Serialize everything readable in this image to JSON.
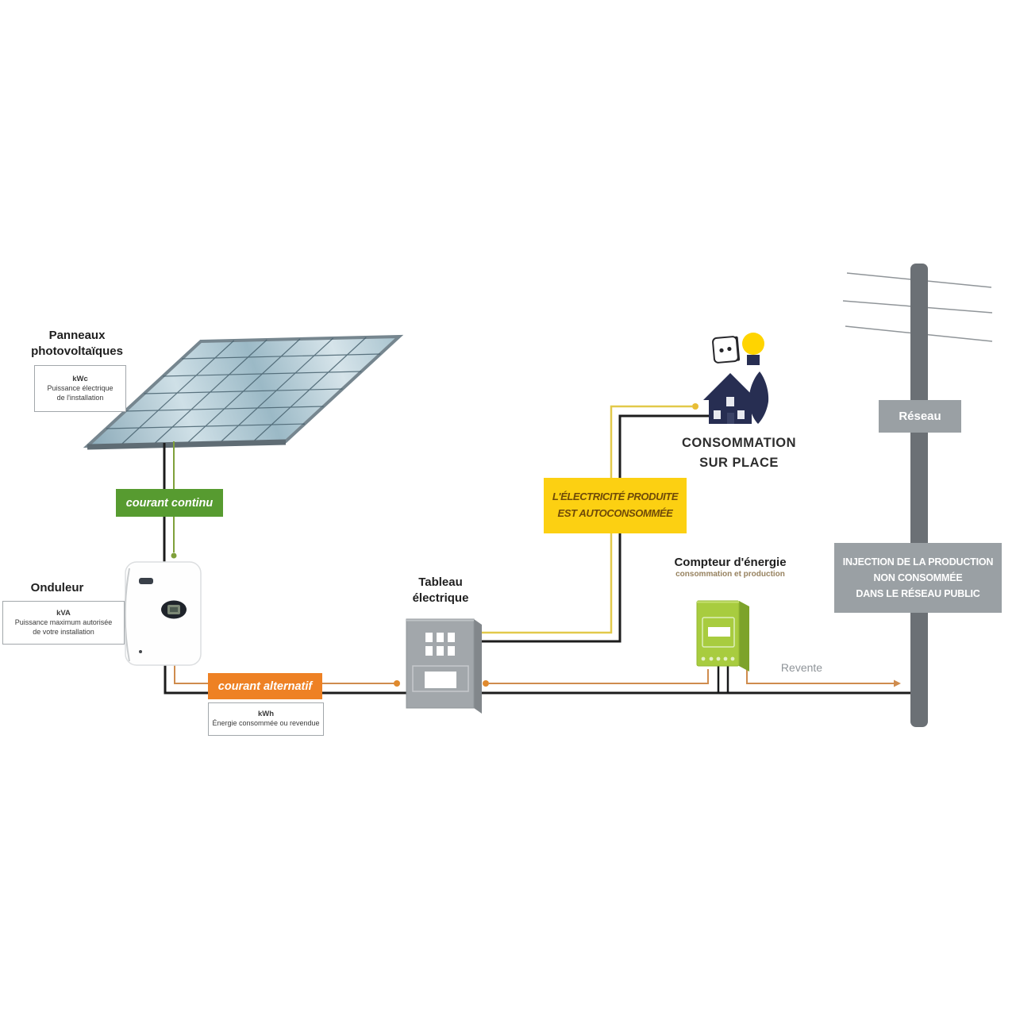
{
  "pv": {
    "title": "Panneaux photovoltaïques",
    "spec_unit": "kWc",
    "spec_desc1": "Puissance électrique",
    "spec_desc2": "de l'installation"
  },
  "dc": {
    "label": "courant continu"
  },
  "inverter": {
    "title": "Onduleur",
    "spec_unit": "kVA",
    "spec_desc1": "Puissance maximum autorisée",
    "spec_desc2": "de votre installation"
  },
  "ac": {
    "label": "courant alternatif",
    "spec_unit": "kWh",
    "spec_desc": "Énergie consommée ou revendue"
  },
  "board": {
    "title1": "Tableau",
    "title2": "électrique"
  },
  "autoconso": {
    "line1": "L'ÉLECTRICITÉ PRODUITE",
    "line2": "EST AUTOCONSOMMÉE"
  },
  "onsite": {
    "line1": "CONSOMMATION",
    "line2": "SUR PLACE"
  },
  "meter": {
    "title": "Compteur d'énergie",
    "subtitle": "consommation et production"
  },
  "resale": {
    "label": "Revente"
  },
  "grid": {
    "label": "Réseau",
    "inject1": "INJECTION DE LA PRODUCTION",
    "inject2": "NON CONSOMMÉE",
    "inject3": "DANS LE RÉSEAU PUBLIC"
  },
  "colors": {
    "dc_green": "#579b30",
    "ac_orange": "#ee8124",
    "autoconso_yellow": "#fcd012",
    "grid_gray": "#9aa0a4",
    "meter_green": "#a8cc3f",
    "house_navy": "#272e52",
    "bulb_yellow": "#ffd400",
    "wire_black": "#1c1c1c",
    "wire_orange": "#cf8c4e",
    "wire_yellow": "#e2c94a",
    "wire_green": "#7fa03a",
    "panel_blue": "#9bb9c6"
  }
}
